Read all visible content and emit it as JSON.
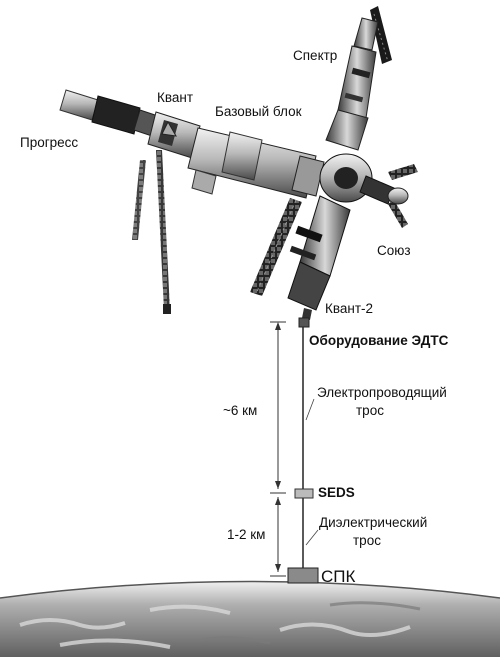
{
  "labels": {
    "spektr": "Спектр",
    "kvant": "Квант",
    "base_block": "Базовый блок",
    "progress": "Прогресс",
    "soyuz": "Союз",
    "kvant2": "Квант-2",
    "edts_equipment": "Оборудование ЭДТС",
    "conductive_tether_line1": "Электропроводящий",
    "conductive_tether_line2": "трос",
    "len_conductive": "~6 км",
    "seds": "SEDS",
    "len_dielectric": "1-2 км",
    "dielectric_tether_line1": "Диэлектрический",
    "dielectric_tether_line2": "трос",
    "spk": "СПК"
  }
}
